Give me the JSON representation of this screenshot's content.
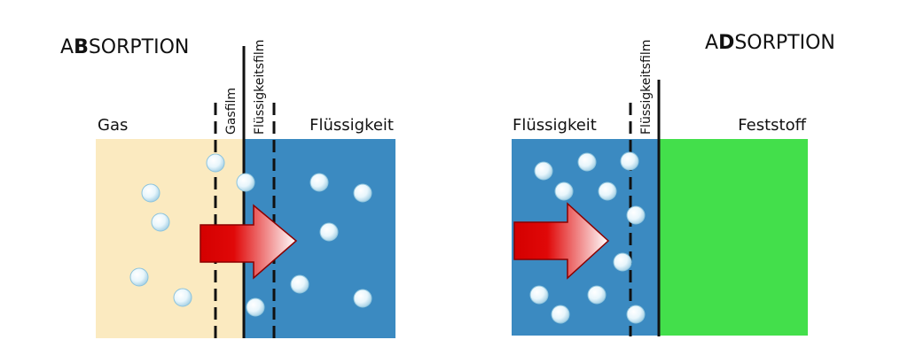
{
  "panels": {
    "absorption": {
      "title_pre": "A",
      "title_bold": "B",
      "title_post": "SORPTION",
      "gas_label": "Gas",
      "gasfilm_label": "Gasfilm",
      "liquidfilm_label": "Flüssigkeitsfilm",
      "liquid_label": "Flüssigkeit"
    },
    "adsorption": {
      "title_pre": "A",
      "title_bold": "D",
      "title_post": "SORPTION",
      "liquid_label": "Flüssigkeit",
      "liquidfilm_label": "Flüssigkeitsfilm",
      "solid_label": "Feststoff"
    }
  },
  "colors": {
    "gas": "#fbeac0",
    "liquid": "#3b8ac1",
    "solid": "#43df4b",
    "arrow_red": "#d40000",
    "bubble": "#dff2fb"
  }
}
